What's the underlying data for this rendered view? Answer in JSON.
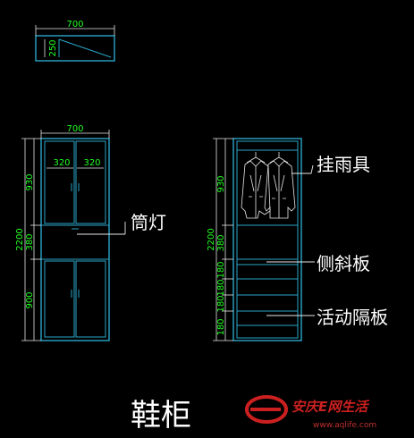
{
  "top_view": {
    "width_dim": "700",
    "depth_dim": "250"
  },
  "front_view": {
    "width_dim": "700",
    "door_width_left": "320",
    "door_width_right": "320",
    "height_total": "2200",
    "height_upper": "930",
    "height_middle": "380",
    "height_lower": "900"
  },
  "section_view": {
    "height_total": "2200",
    "height_upper": "930",
    "height_middle": "380",
    "shelf_heights": [
      "180",
      "180",
      "180",
      "180"
    ]
  },
  "labels": {
    "downlight": "筒灯",
    "rain_gear": "挂雨具",
    "slanted_board": "侧斜板",
    "movable_shelf": "活动隔板"
  },
  "title": "鞋柜",
  "watermark": {
    "brand": "安庆E网生活",
    "url": "www.aqlife.com"
  },
  "colors": {
    "background": "#000000",
    "dimension": "#22ff22",
    "cabinet": "#2aa6c8",
    "annotation": "#ffffff"
  }
}
